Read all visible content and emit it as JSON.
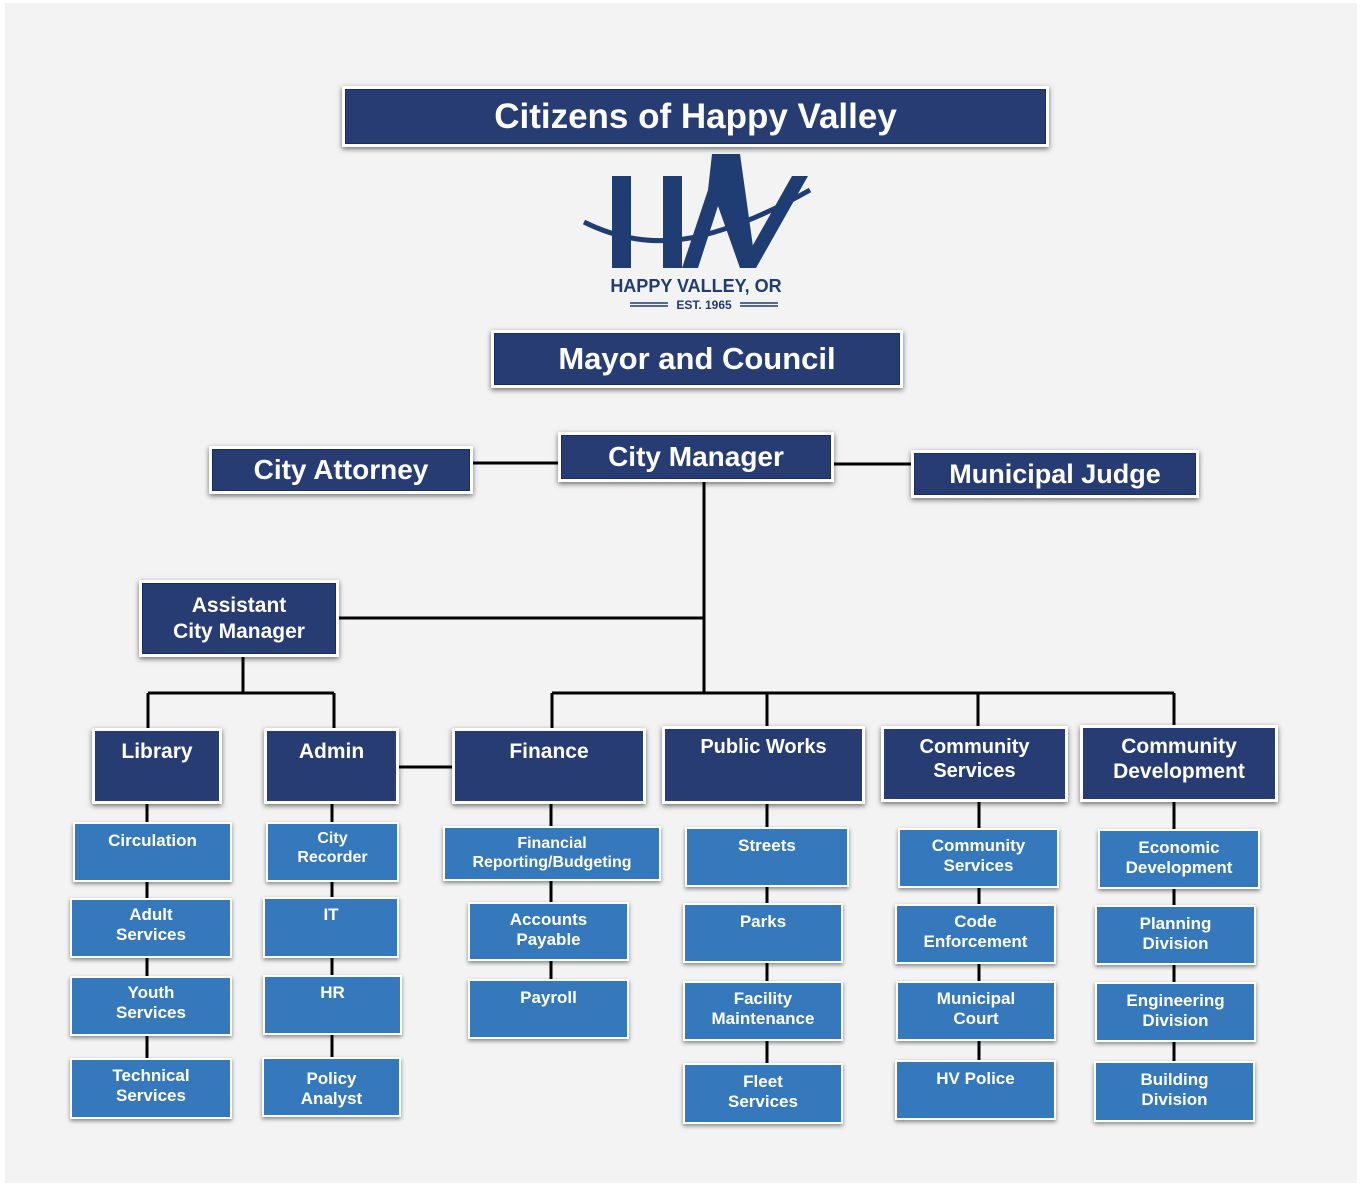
{
  "header": {
    "citizens": "Citizens of Happy Valley",
    "mayor_council": "Mayor and Council",
    "city_manager": "City Manager",
    "city_attorney": "City Attorney",
    "municipal_judge": "Municipal Judge",
    "assistant_city_manager": "Assistant\nCity Manager"
  },
  "logo": {
    "monogram": "HV",
    "name": "HAPPY VALLEY, OR",
    "established": "EST. 1965"
  },
  "departments": {
    "library": {
      "label": "Library",
      "units": [
        "Circulation",
        "Adult\nServices",
        "Youth\nServices",
        "Technical\nServices"
      ]
    },
    "admin": {
      "label": "Admin",
      "units": [
        "City\nRecorder",
        "IT",
        "HR",
        "Policy\nAnalyst"
      ]
    },
    "finance": {
      "label": "Finance",
      "units": [
        "Financial\nReporting/Budgeting",
        "Accounts\nPayable",
        "Payroll"
      ]
    },
    "public_works": {
      "label": "Public Works",
      "units": [
        "Streets",
        "Parks",
        "Facility\nMaintenance",
        "Fleet\nServices"
      ]
    },
    "community_services": {
      "label": "Community\nServices",
      "units": [
        "Community\nServices",
        "Code\nEnforcement",
        "Municipal\nCourt",
        "HV Police"
      ]
    },
    "community_development": {
      "label": "Community\nDevelopment",
      "units": [
        "Economic\nDevelopment",
        "Planning\nDivision",
        "Engineering\nDivision",
        "Building\nDivision"
      ]
    }
  },
  "colors": {
    "navy": "#263c73",
    "blue": "#3579bc",
    "line": "#000000",
    "logo_navy": "#1f3c73"
  }
}
